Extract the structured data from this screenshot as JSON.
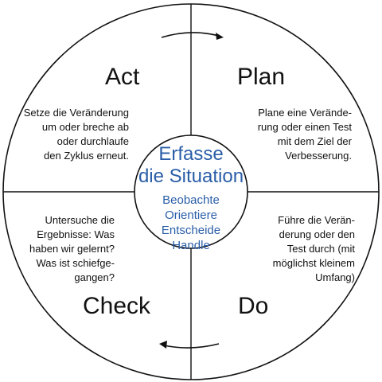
{
  "colors": {
    "line": "#111111",
    "background": "#ffffff",
    "accent": "#2a5ea8"
  },
  "center": {
    "title_line1": "Erfasse",
    "title_line2": "die Situation",
    "steps": [
      "Beobachte",
      "Orientiere",
      "Entscheide",
      "Handle"
    ]
  },
  "quadrants": {
    "act": {
      "title": "Act",
      "text": "Setze die Veränderung\num oder breche ab\noder durchlaufe\nden Zyklus erneut."
    },
    "plan": {
      "title": "Plan",
      "text": "Plane eine Verände-\nrung oder einen Test\nmit dem Ziel der\nVerbesserung."
    },
    "check": {
      "title": "Check",
      "text": "Untersuche die\nErgebnisse: Was\nhaben wir gelernt?\nWas ist schiefge-\ngangen?"
    },
    "do": {
      "title": "Do",
      "text": "Führe die Verän-\nderung oder den\nTest durch (mit\nmöglichst kleinem\nUmfang)"
    }
  },
  "arrows": {
    "top": "clockwise-arrow-right",
    "bottom": "clockwise-arrow-left"
  }
}
